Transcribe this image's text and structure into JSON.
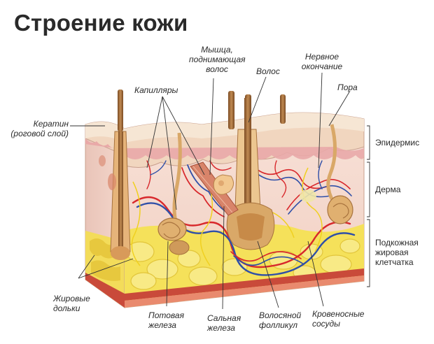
{
  "title": "Строение кожи",
  "labels": {
    "muscle": [
      "Мышца,",
      "поднимающая",
      "волос"
    ],
    "hair": "Волос",
    "nerve_ending": [
      "Нервное",
      "окончание"
    ],
    "capillaries": "Капилляры",
    "pore": "Пора",
    "keratin": [
      "Кератин",
      "(роговой слой)"
    ],
    "epidermis": "Эпидермис",
    "dermis": "Дерма",
    "subcutaneous": [
      "Подкожная",
      "жировая",
      "клетчатка"
    ],
    "fat_lobules": [
      "Жировые",
      "дольки"
    ],
    "sweat_gland": [
      "Потовая",
      "железа"
    ],
    "sebaceous_gland": [
      "Сальная",
      "железа"
    ],
    "hair_follicle": [
      "Волосяной",
      "фолликул"
    ],
    "blood_vessels": [
      "Кровеносные",
      "сосуды"
    ]
  },
  "colors": {
    "epidermis": "#f1d6bf",
    "dermis": "#f6dcd0",
    "fat": "#f5e15a",
    "hair": "#9c6a3a",
    "artery": "#d8282c",
    "vein": "#2f4fa8",
    "nerve": "#f0d020",
    "base_band": "#c94a3a"
  }
}
